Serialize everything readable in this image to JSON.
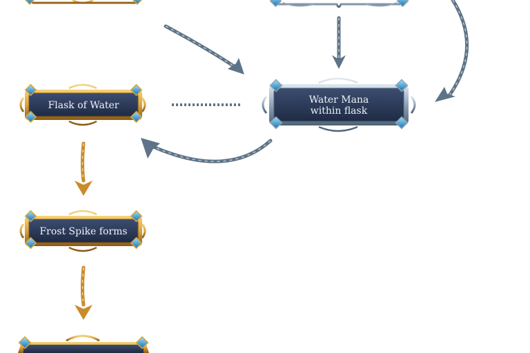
{
  "nodes": {
    "flask_of_water": {
      "label": "Flask of Water"
    },
    "water_mana": {
      "label_line1": "Water Mana",
      "label_line2": "within flask"
    },
    "frost_spike": {
      "label": "Frost Spike forms"
    }
  },
  "colors": {
    "gold_frame": "#d9a441",
    "gold_dark": "#8a5a14",
    "silver_frame": "#8fa3b8",
    "silver_dark": "#4e6275",
    "plaque_fill": "#2b3a57",
    "gem_blue": "#2f9fd8",
    "silver_arrow": "#5e7386",
    "gold_arrow": "#c98b2c",
    "dotted_line": "#607385"
  },
  "icons": [
    "ornate-gold-frame",
    "ornate-silver-frame",
    "blue-gem-icon",
    "twisted-arrow-icon"
  ]
}
